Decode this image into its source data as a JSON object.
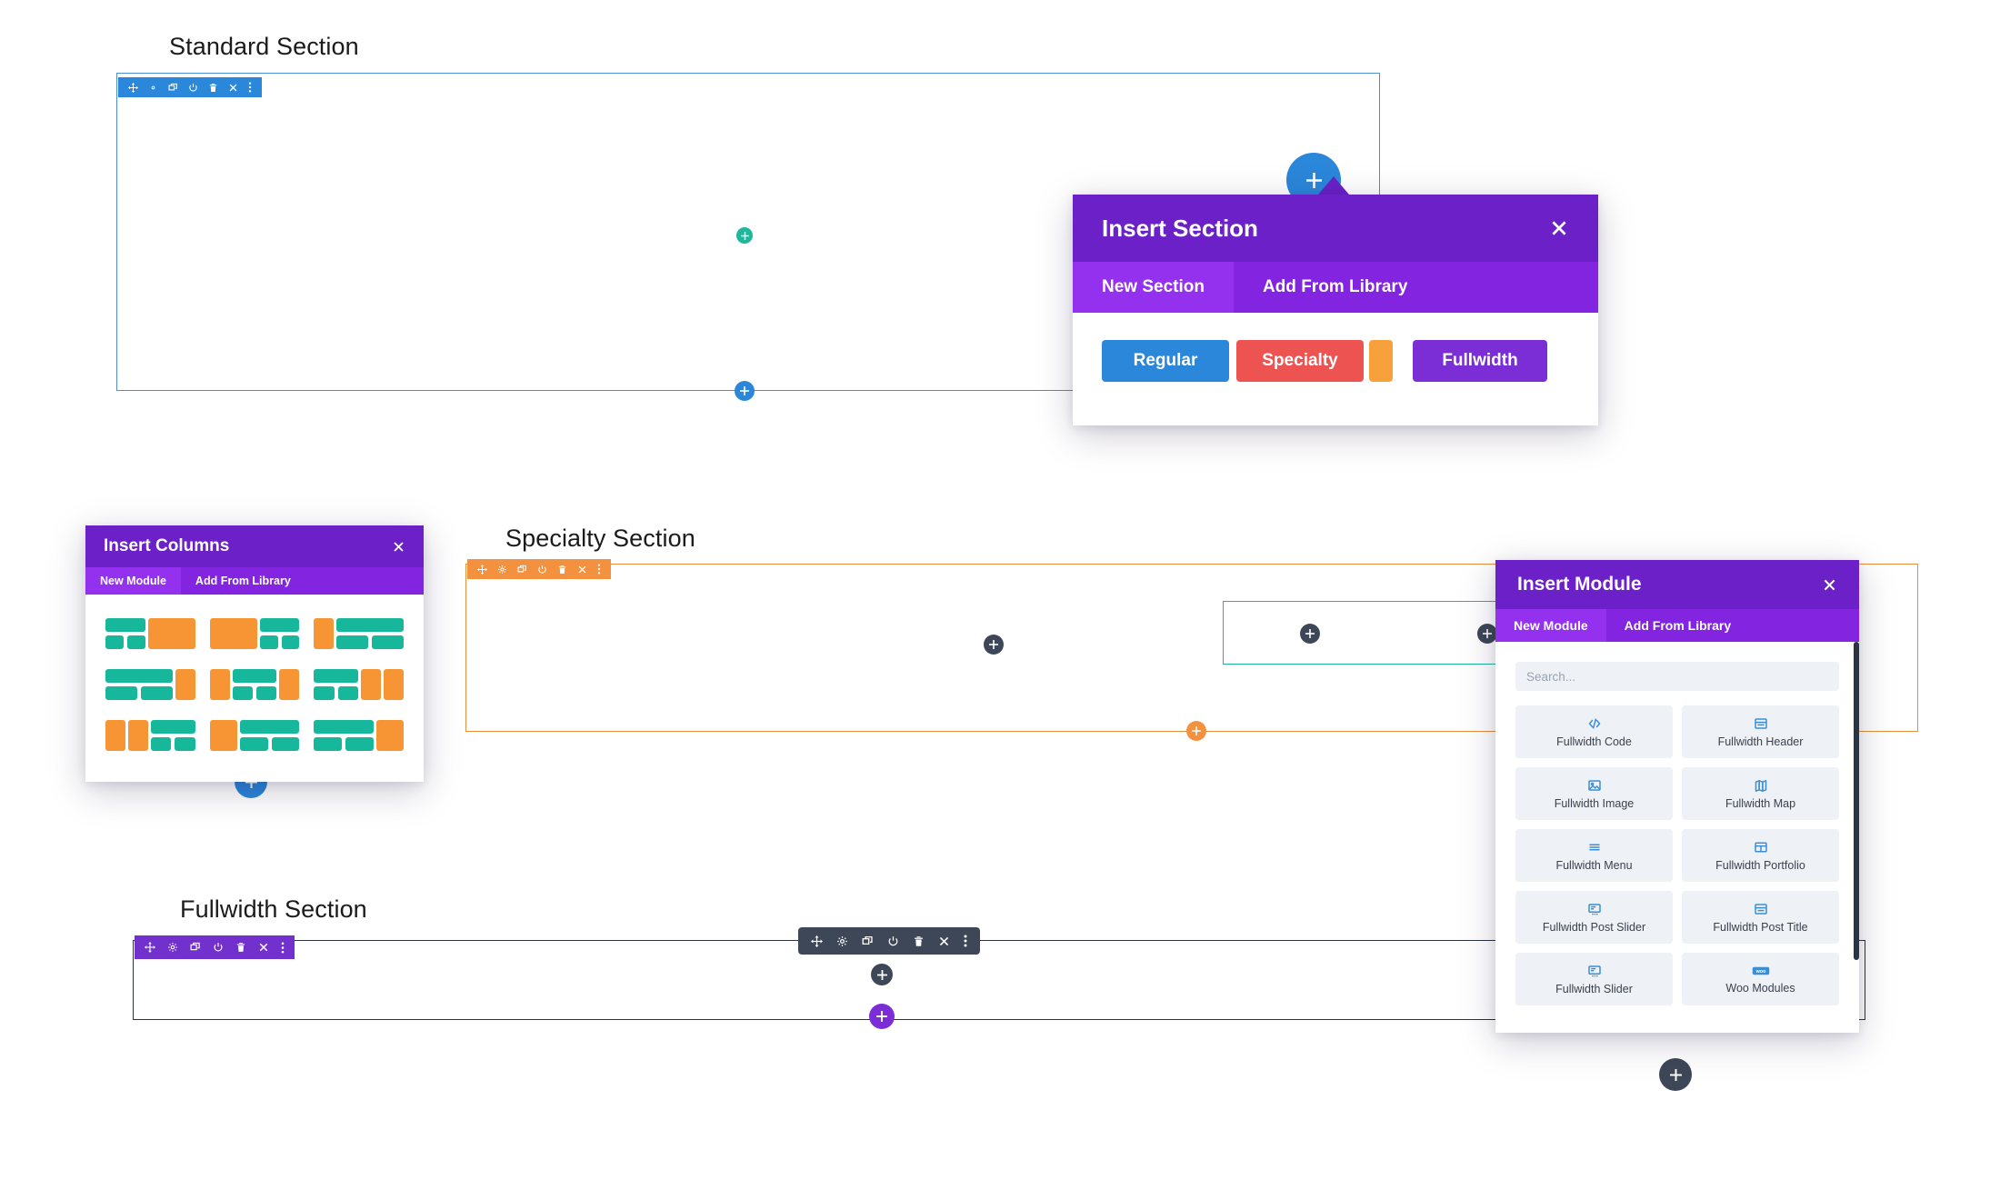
{
  "sections": {
    "standard": {
      "label": "Standard Section"
    },
    "specialty": {
      "label": "Specialty Section"
    },
    "fullwidth": {
      "label": "Fullwidth Section"
    }
  },
  "toolbar": {
    "icons": [
      "move-icon",
      "gear-icon",
      "duplicate-icon",
      "power-icon",
      "trash-icon",
      "close-icon",
      "more-icon"
    ]
  },
  "insert_section": {
    "title": "Insert Section",
    "close_label": "×",
    "tabs": [
      {
        "label": "New Section",
        "active": true
      },
      {
        "label": "Add From Library",
        "active": false
      }
    ],
    "buttons": [
      {
        "label": "Regular",
        "color": "#2b87da"
      },
      {
        "label": "Specialty",
        "color": "#ed5451"
      },
      {
        "label": "",
        "color": "#f7a13c"
      },
      {
        "label": "Fullwidth",
        "color": "#7b2ed6"
      }
    ]
  },
  "insert_columns": {
    "title": "Insert Columns",
    "close_label": "×",
    "tabs": [
      {
        "label": "New Module",
        "active": true
      },
      {
        "label": "Add From Library",
        "active": false
      }
    ],
    "layouts": [
      {
        "name": "layout-1",
        "parts": [
          {
            "type": "stack",
            "rows": [
              [
                1
              ],
              [
                1,
                1
              ]
            ]
          },
          {
            "type": "block",
            "color": "o",
            "w": 52
          }
        ]
      },
      {
        "name": "layout-2",
        "parts": [
          {
            "type": "block",
            "color": "o",
            "w": 52
          },
          {
            "type": "stack",
            "rows": [
              [
                1
              ],
              [
                1,
                1
              ]
            ]
          }
        ]
      },
      {
        "name": "layout-3",
        "parts": [
          {
            "type": "block",
            "color": "o",
            "w": 22
          },
          {
            "type": "stack",
            "rows": [
              [
                1
              ],
              [
                1,
                1
              ]
            ]
          }
        ]
      },
      {
        "name": "layout-4",
        "parts": [
          {
            "type": "stack",
            "rows": [
              [
                1
              ],
              [
                1,
                1
              ]
            ]
          },
          {
            "type": "block",
            "color": "o",
            "w": 22
          }
        ]
      },
      {
        "name": "layout-5",
        "parts": [
          {
            "type": "block",
            "color": "o",
            "w": 22
          },
          {
            "type": "stack",
            "rows": [
              [
                1
              ],
              [
                1,
                1
              ]
            ]
          },
          {
            "type": "block",
            "color": "o",
            "w": 22
          }
        ]
      },
      {
        "name": "layout-6",
        "parts": [
          {
            "type": "stack",
            "rows": [
              [
                1
              ],
              [
                1,
                1
              ]
            ]
          },
          {
            "type": "block",
            "color": "o",
            "w": 22
          },
          {
            "type": "block",
            "color": "o",
            "w": 22
          }
        ]
      },
      {
        "name": "layout-7",
        "parts": [
          {
            "type": "block",
            "color": "o",
            "w": 22
          },
          {
            "type": "block",
            "color": "o",
            "w": 22
          },
          {
            "type": "stack",
            "rows": [
              [
                1
              ],
              [
                1,
                1
              ]
            ]
          }
        ]
      },
      {
        "name": "layout-8",
        "parts": [
          {
            "type": "block",
            "color": "o",
            "w": 30
          },
          {
            "type": "stack",
            "rows": [
              [
                1
              ],
              [
                1,
                1
              ]
            ]
          }
        ]
      },
      {
        "name": "layout-9",
        "parts": [
          {
            "type": "stack",
            "rows": [
              [
                1
              ],
              [
                1,
                1
              ]
            ]
          },
          {
            "type": "block",
            "color": "o",
            "w": 30
          }
        ]
      }
    ]
  },
  "insert_module": {
    "title": "Insert Module",
    "close_label": "×",
    "tabs": [
      {
        "label": "New Module",
        "active": true
      },
      {
        "label": "Add From Library",
        "active": false
      }
    ],
    "search": {
      "value": "",
      "placeholder": "Search..."
    },
    "modules": [
      {
        "label": "Fullwidth Code",
        "icon": "code-icon"
      },
      {
        "label": "Fullwidth Header",
        "icon": "header-icon"
      },
      {
        "label": "Fullwidth Image",
        "icon": "image-icon"
      },
      {
        "label": "Fullwidth Map",
        "icon": "map-icon"
      },
      {
        "label": "Fullwidth Menu",
        "icon": "menu-icon"
      },
      {
        "label": "Fullwidth Portfolio",
        "icon": "grid-icon"
      },
      {
        "label": "Fullwidth Post Slider",
        "icon": "post-slider-icon"
      },
      {
        "label": "Fullwidth Post Title",
        "icon": "post-title-icon"
      },
      {
        "label": "Fullwidth Slider",
        "icon": "slider-icon"
      },
      {
        "label": "Woo Modules",
        "icon": "woo-icon"
      }
    ]
  },
  "colors": {
    "section_blue": "#2b87da",
    "section_orange": "#f3913e",
    "section_purple": "#7b2ed6",
    "row_teal": "#1fb699",
    "modal_purple": "#6b21c7",
    "tab_purple": "#9331ef",
    "module_dark": "#3e4758"
  }
}
